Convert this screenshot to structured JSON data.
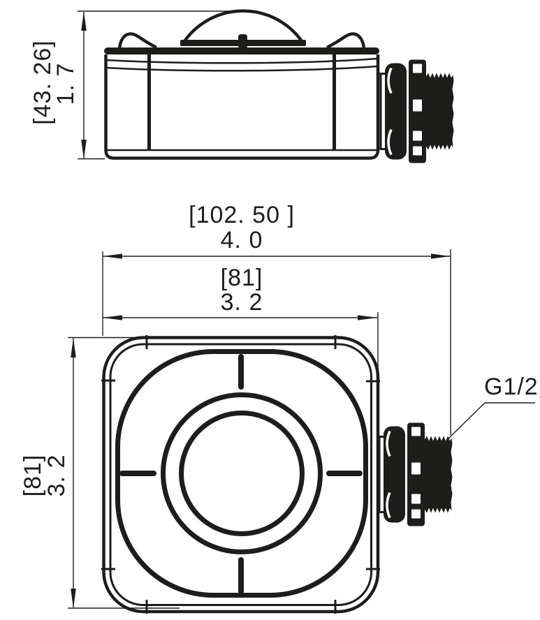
{
  "colors": {
    "line": "#1d1d1b",
    "background": "#ffffff"
  },
  "side_view": {
    "height_dim": {
      "metric": "[43. 26]",
      "inch": "1. 7"
    }
  },
  "front_view": {
    "overall_width_dim": {
      "metric": "[102. 50 ]",
      "inch": "4. 0"
    },
    "body_width_dim": {
      "metric": "[81]",
      "inch": "3. 2"
    },
    "body_height_dim": {
      "metric": "[81]",
      "inch": "3. 2"
    },
    "thread_callout": "G1/2"
  }
}
